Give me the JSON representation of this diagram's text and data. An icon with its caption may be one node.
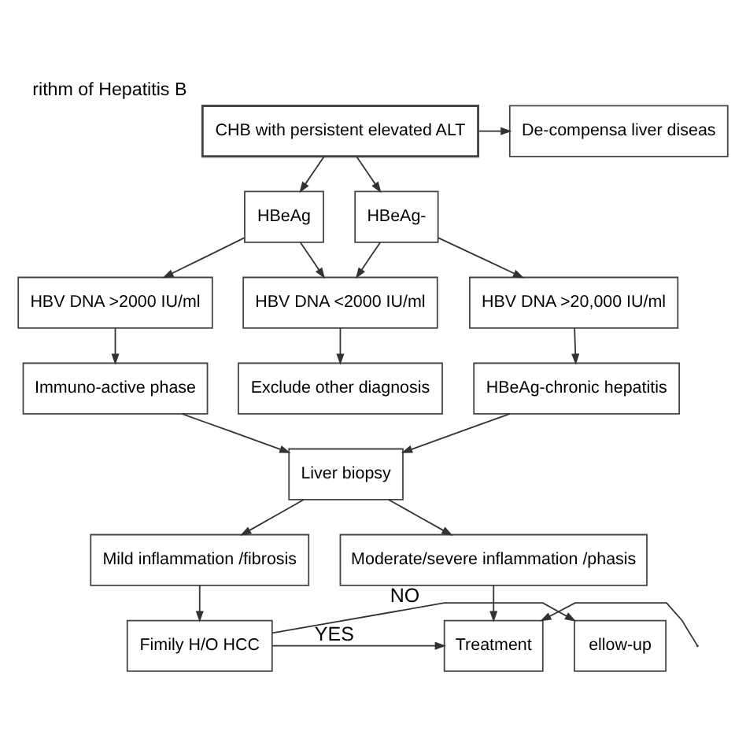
{
  "diagram": {
    "title": "rithm of Hepatitis B",
    "nodes": [
      {
        "text": [
          "CHB with persistent elevated ALT"
        ]
      },
      {
        "text": [
          "De-compensa liver diseas"
        ]
      },
      {
        "text": [
          "HBeAg"
        ]
      },
      {
        "text": [
          "HBeAg-"
        ]
      },
      {
        "text": [
          "HBV DNA >2000 IU/ml"
        ]
      },
      {
        "text": [
          "HBV DNA <2000 IU/ml"
        ]
      },
      {
        "text": [
          "HBV DNA >20,000 IU/ml"
        ]
      },
      {
        "text": [
          "Immuno-active phase"
        ]
      },
      {
        "text": [
          "Exclude other diagnosis"
        ]
      },
      {
        "text": [
          "HBeAg-chronic hepatitis"
        ]
      },
      {
        "text": [
          "Liver biopsy"
        ]
      },
      {
        "text": [
          "Mild inflammation /fibrosis"
        ]
      },
      {
        "text": [
          "Moderate/severe inflammation /phasis"
        ]
      },
      {
        "text": [
          "ellow-up"
        ]
      },
      {
        "text": [
          "Fimily H/O HCC"
        ]
      },
      {
        "text": [
          "Treatment"
        ]
      }
    ],
    "edges": [
      {
        "from": 0,
        "to": 1,
        "arrow": "to"
      },
      {
        "from": 0,
        "to": 2,
        "arrow": "to"
      },
      {
        "from": 0,
        "to": 3,
        "arrow": "to"
      },
      {
        "from": 2,
        "to": 4,
        "arrow": "to"
      },
      {
        "from": 2,
        "to": 5,
        "arrow": "to"
      },
      {
        "from": 3,
        "to": 5,
        "arrow": "to"
      },
      {
        "from": 3,
        "to": 6,
        "arrow": "to"
      },
      {
        "from": 4,
        "to": 7,
        "arrow": "to"
      },
      {
        "from": 5,
        "to": 8,
        "arrow": "to"
      },
      {
        "from": 6,
        "to": 9,
        "arrow": "to"
      },
      {
        "from": 7,
        "to": 10,
        "arrow": "to"
      },
      {
        "from": 9,
        "to": 10,
        "arrow": "to"
      },
      {
        "from": 10,
        "to": 11,
        "arrow": "to"
      },
      {
        "from": 10,
        "to": 12,
        "arrow": "to"
      },
      {
        "from": 11,
        "to": 14,
        "arrow": "to"
      },
      {
        "from": 12,
        "to": 15,
        "arrow": "to"
      },
      {
        "from": 14,
        "to": 13,
        "arrow": "to",
        "label": "NO"
      },
      {
        "from": 14,
        "to": 15,
        "arrow": "to",
        "label": "YES"
      },
      {
        "from": null,
        "to": 15,
        "arrow": "to"
      }
    ]
  }
}
